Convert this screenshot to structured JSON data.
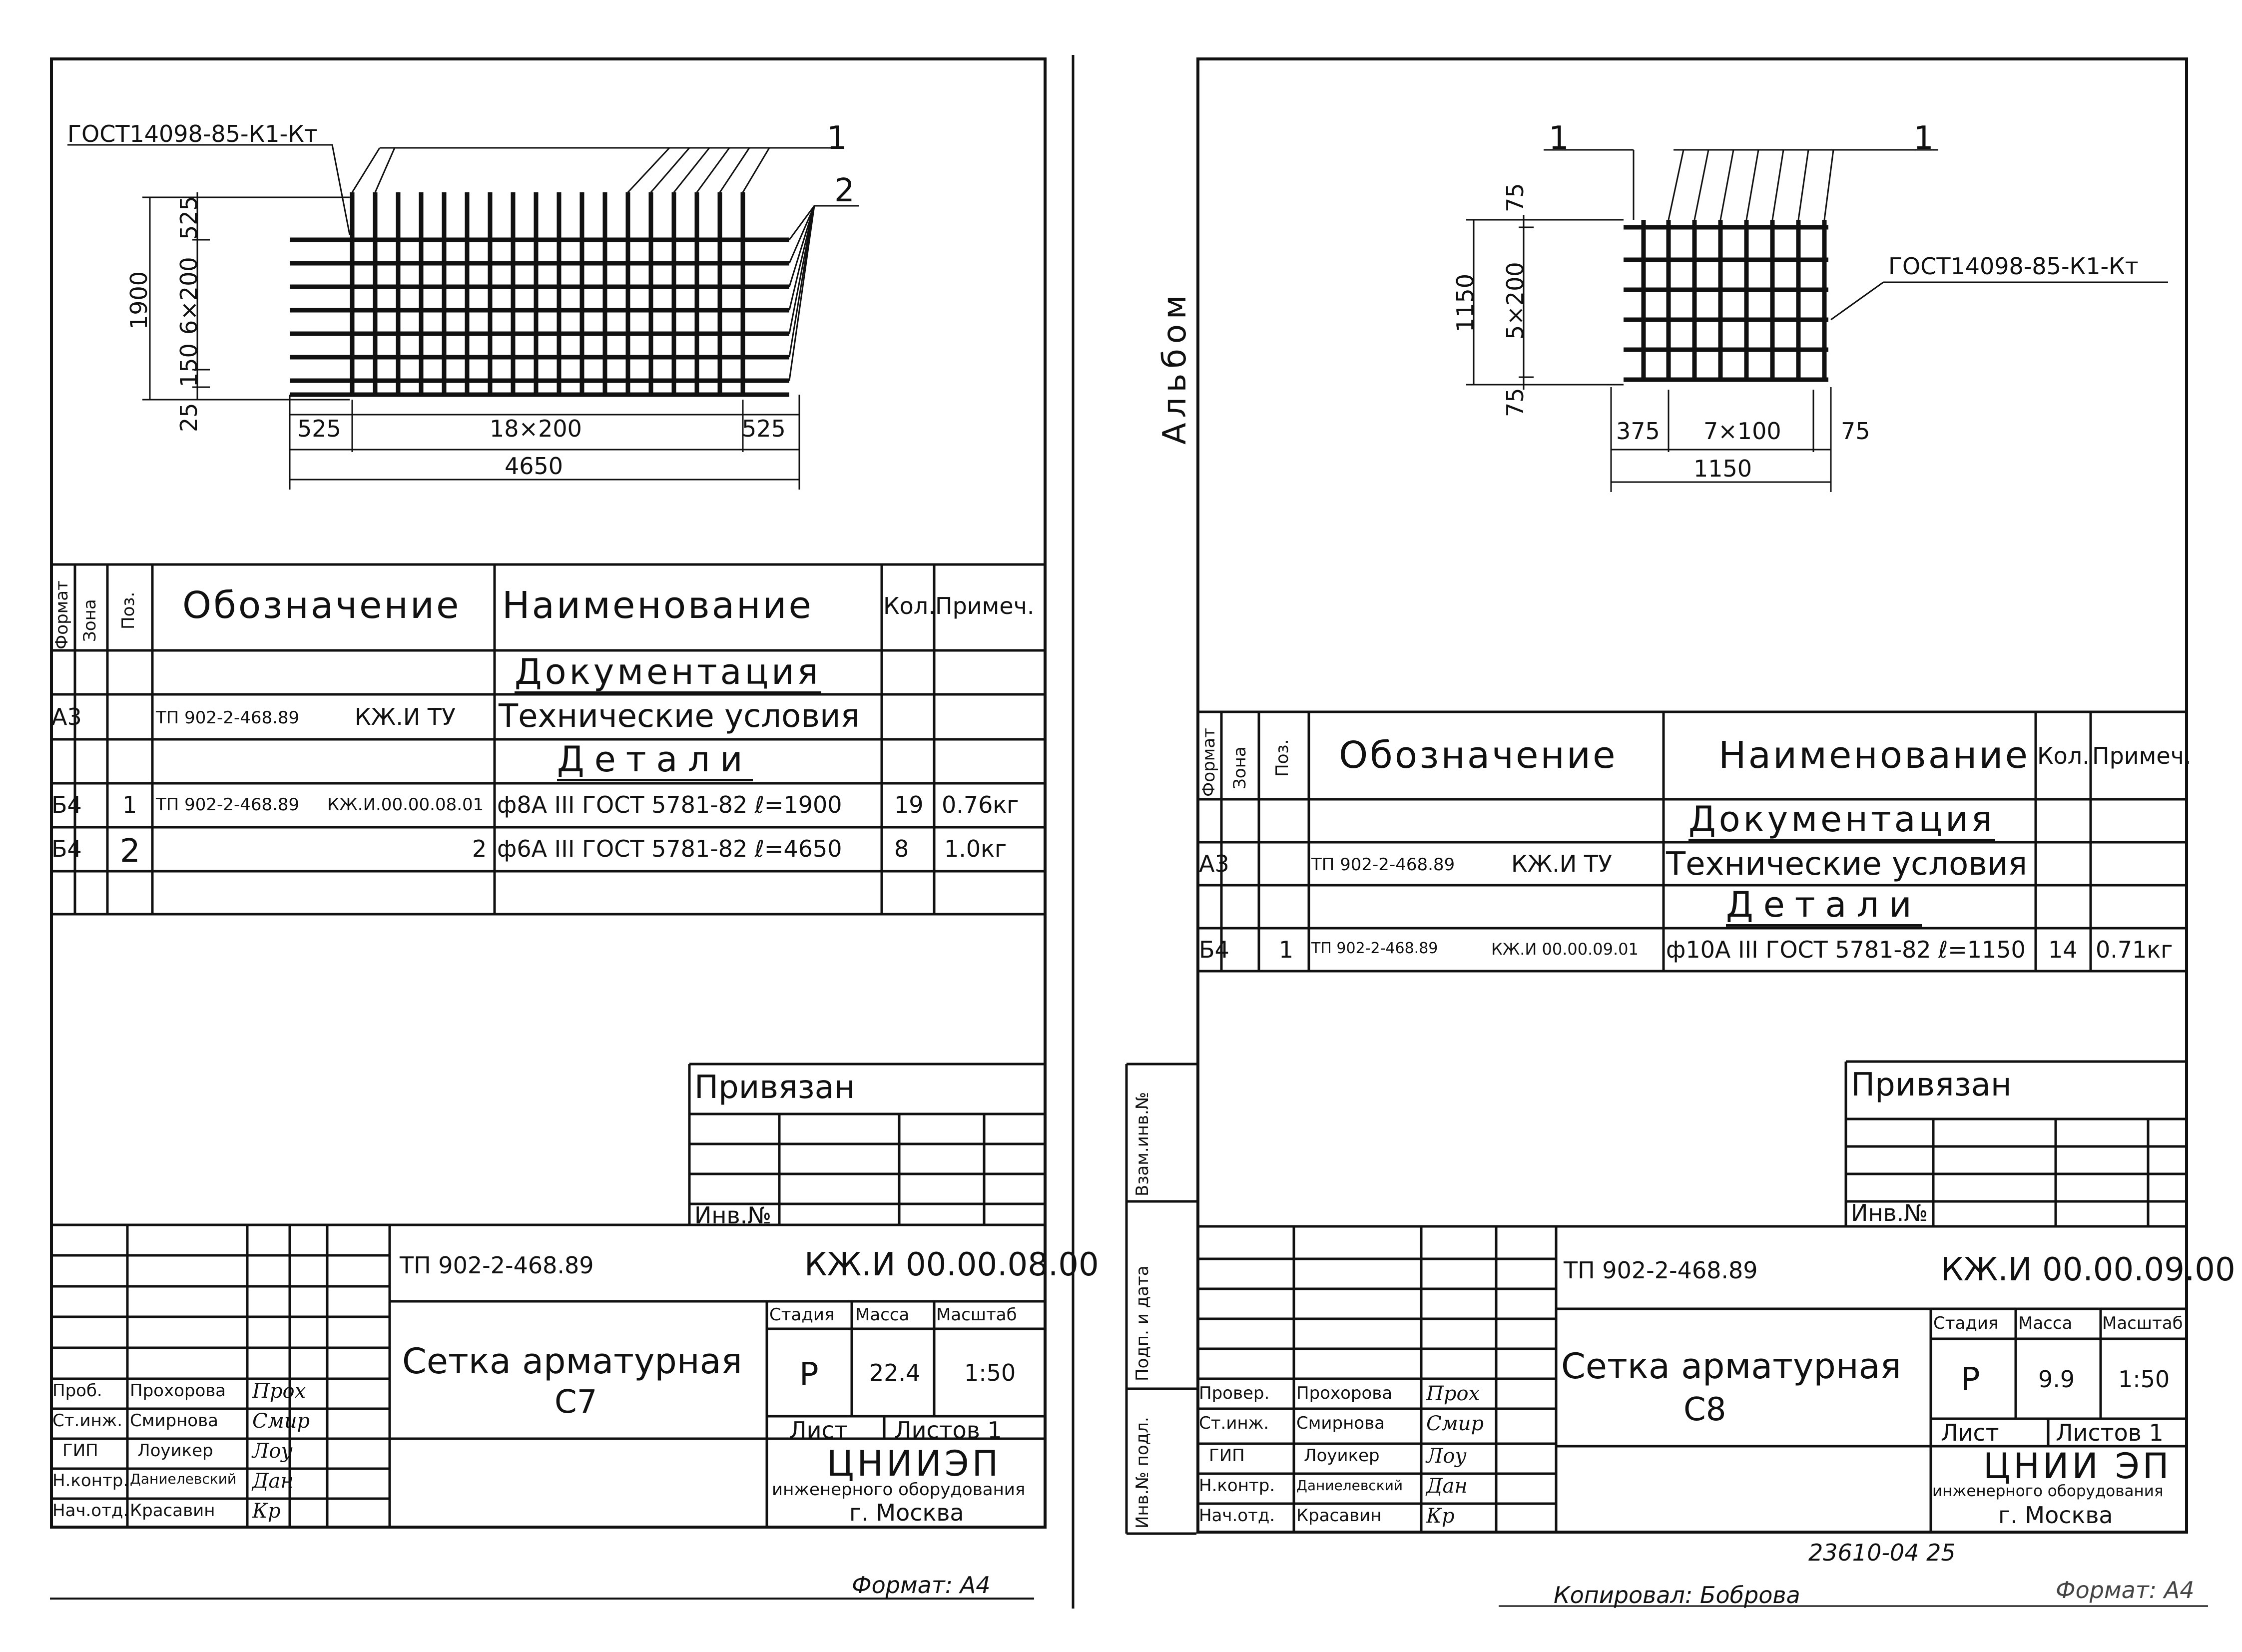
{
  "left": {
    "drawing": {
      "leader_gost": "ГОСТ14098-85-К1-Кт",
      "pos1": "1",
      "pos2": "2",
      "dim_h_top": "525",
      "dim_h_mid": "6×200",
      "dim_h_bot": "150",
      "dim_h_edge": "25",
      "dim_h_total": "1900",
      "dim_w_left": "525",
      "dim_w_mid": "18×200",
      "dim_w_right": "525",
      "dim_w_total": "4650"
    },
    "spec": {
      "headers": {
        "format": "Формат",
        "zone": "Зона",
        "pos": "Поз.",
        "designation": "Обозначение",
        "name": "Наименование",
        "qty": "Кол.",
        "note": "Примеч."
      },
      "section_docs": "Документация",
      "row_docs": {
        "format": "А3",
        "designation": "ТП 902-2-468.89",
        "designation2": "КЖ.И ТУ",
        "name": "Технические условия"
      },
      "section_parts": "Детали",
      "row1": {
        "format": "Б4",
        "pos": "1",
        "designation": "ТП 902-2-468.89",
        "designation2": "КЖ.И.00.00.08.01",
        "name": "ф8А III ГОСТ 5781-82 ℓ=1900",
        "qty": "19",
        "note": "0.76кг"
      },
      "row2": {
        "format": "Б4",
        "pos": "2",
        "designation2": "2",
        "name": "ф6А III ГОСТ 5781-82 ℓ=4650",
        "qty": "8",
        "note": "1.0кг"
      }
    },
    "privyazan": "Привязан",
    "inv": "Инв.№",
    "title_block": {
      "project": "ТП 902-2-468.89",
      "code": "КЖ.И 00.00.08.00",
      "title": "Сетка арматурная",
      "subtitle": "С7",
      "stage_label": "Стадия",
      "mass_label": "Масса",
      "scale_label": "Масштаб",
      "stage": "Р",
      "mass": "22.4",
      "scale": "1:50",
      "sheet_label": "Лист",
      "sheets_label": "Листов 1",
      "org1": "ЦНИИЭП",
      "org2": "инженерного оборудования",
      "org3": "г. Москва",
      "roles": [
        "Проб.",
        "Ст.инж.",
        "ГИП",
        "Н.контр.",
        "Нач.отд."
      ],
      "names": [
        "Прохорова",
        "Смирнова",
        "Лоуикер",
        "Даниелевский",
        "Красавин"
      ],
      "sigs": [
        "Прох",
        "Смир",
        "Лоу",
        "Дан",
        "Кр"
      ]
    },
    "format": "Формат: А4"
  },
  "right": {
    "drawing": {
      "pos1a": "1",
      "pos1b": "1",
      "leader_gost": "ГОСТ14098-85-К1-Кт",
      "dim_h_top": "75",
      "dim_h_mid": "5×200",
      "dim_h_bot": "75",
      "dim_h_total": "1150",
      "dim_w_left": "375",
      "dim_w_mid": "7×100",
      "dim_w_right": "75",
      "dim_w_total": "1150"
    },
    "album": "Альбом",
    "spec": {
      "headers": {
        "format": "Формат",
        "zone": "Зона",
        "pos": "Поз.",
        "designation": "Обозначение",
        "name": "Наименование",
        "qty": "Кол.",
        "note": "Примеч."
      },
      "section_docs": "Документация",
      "row_docs": {
        "format": "А3",
        "designation": "ТП 902-2-468.89",
        "designation2": "КЖ.И ТУ",
        "name": "Технические условия"
      },
      "section_parts": "Детали",
      "row1": {
        "format": "Б4",
        "pos": "1",
        "designation": "ТП 902-2-468.89",
        "designation2": "КЖ.И 00.00.09.01",
        "name": "ф10А III ГОСТ 5781-82 ℓ=1150",
        "qty": "14",
        "note": "0.71кг"
      }
    },
    "privyazan": "Привязан",
    "inv": "Инв.№",
    "side_labels": {
      "vzam": "Взам.инв.№",
      "podp": "Подп. и дата",
      "inv_podl": "Инв.№ подл."
    },
    "title_block": {
      "project": "ТП 902-2-468.89",
      "code": "КЖ.И 00.00.09.00",
      "title": "Сетка арматурная",
      "subtitle": "С8",
      "stage_label": "Стадия",
      "mass_label": "Масса",
      "scale_label": "Масштаб",
      "stage": "Р",
      "mass": "9.9",
      "scale": "1:50",
      "sheet_label": "Лист",
      "sheets_label": "Листов 1",
      "org1": "ЦНИИ ЭП",
      "org2": "инженерного оборудования",
      "org3": "г. Москва",
      "roles": [
        "Провер.",
        "Ст.инж.",
        "ГИП",
        "Н.контр.",
        "Нач.отд."
      ],
      "names": [
        "Прохорова",
        "Смирнова",
        "Лоуикер",
        "Даниелевский",
        "Красавин"
      ],
      "sigs": [
        "Прох",
        "Смир",
        "Лоу",
        "Дан",
        "Кр"
      ]
    },
    "stamp_number": "23610-04 25",
    "copied": "Копировал: Боброва",
    "format": "Формат: А4"
  }
}
